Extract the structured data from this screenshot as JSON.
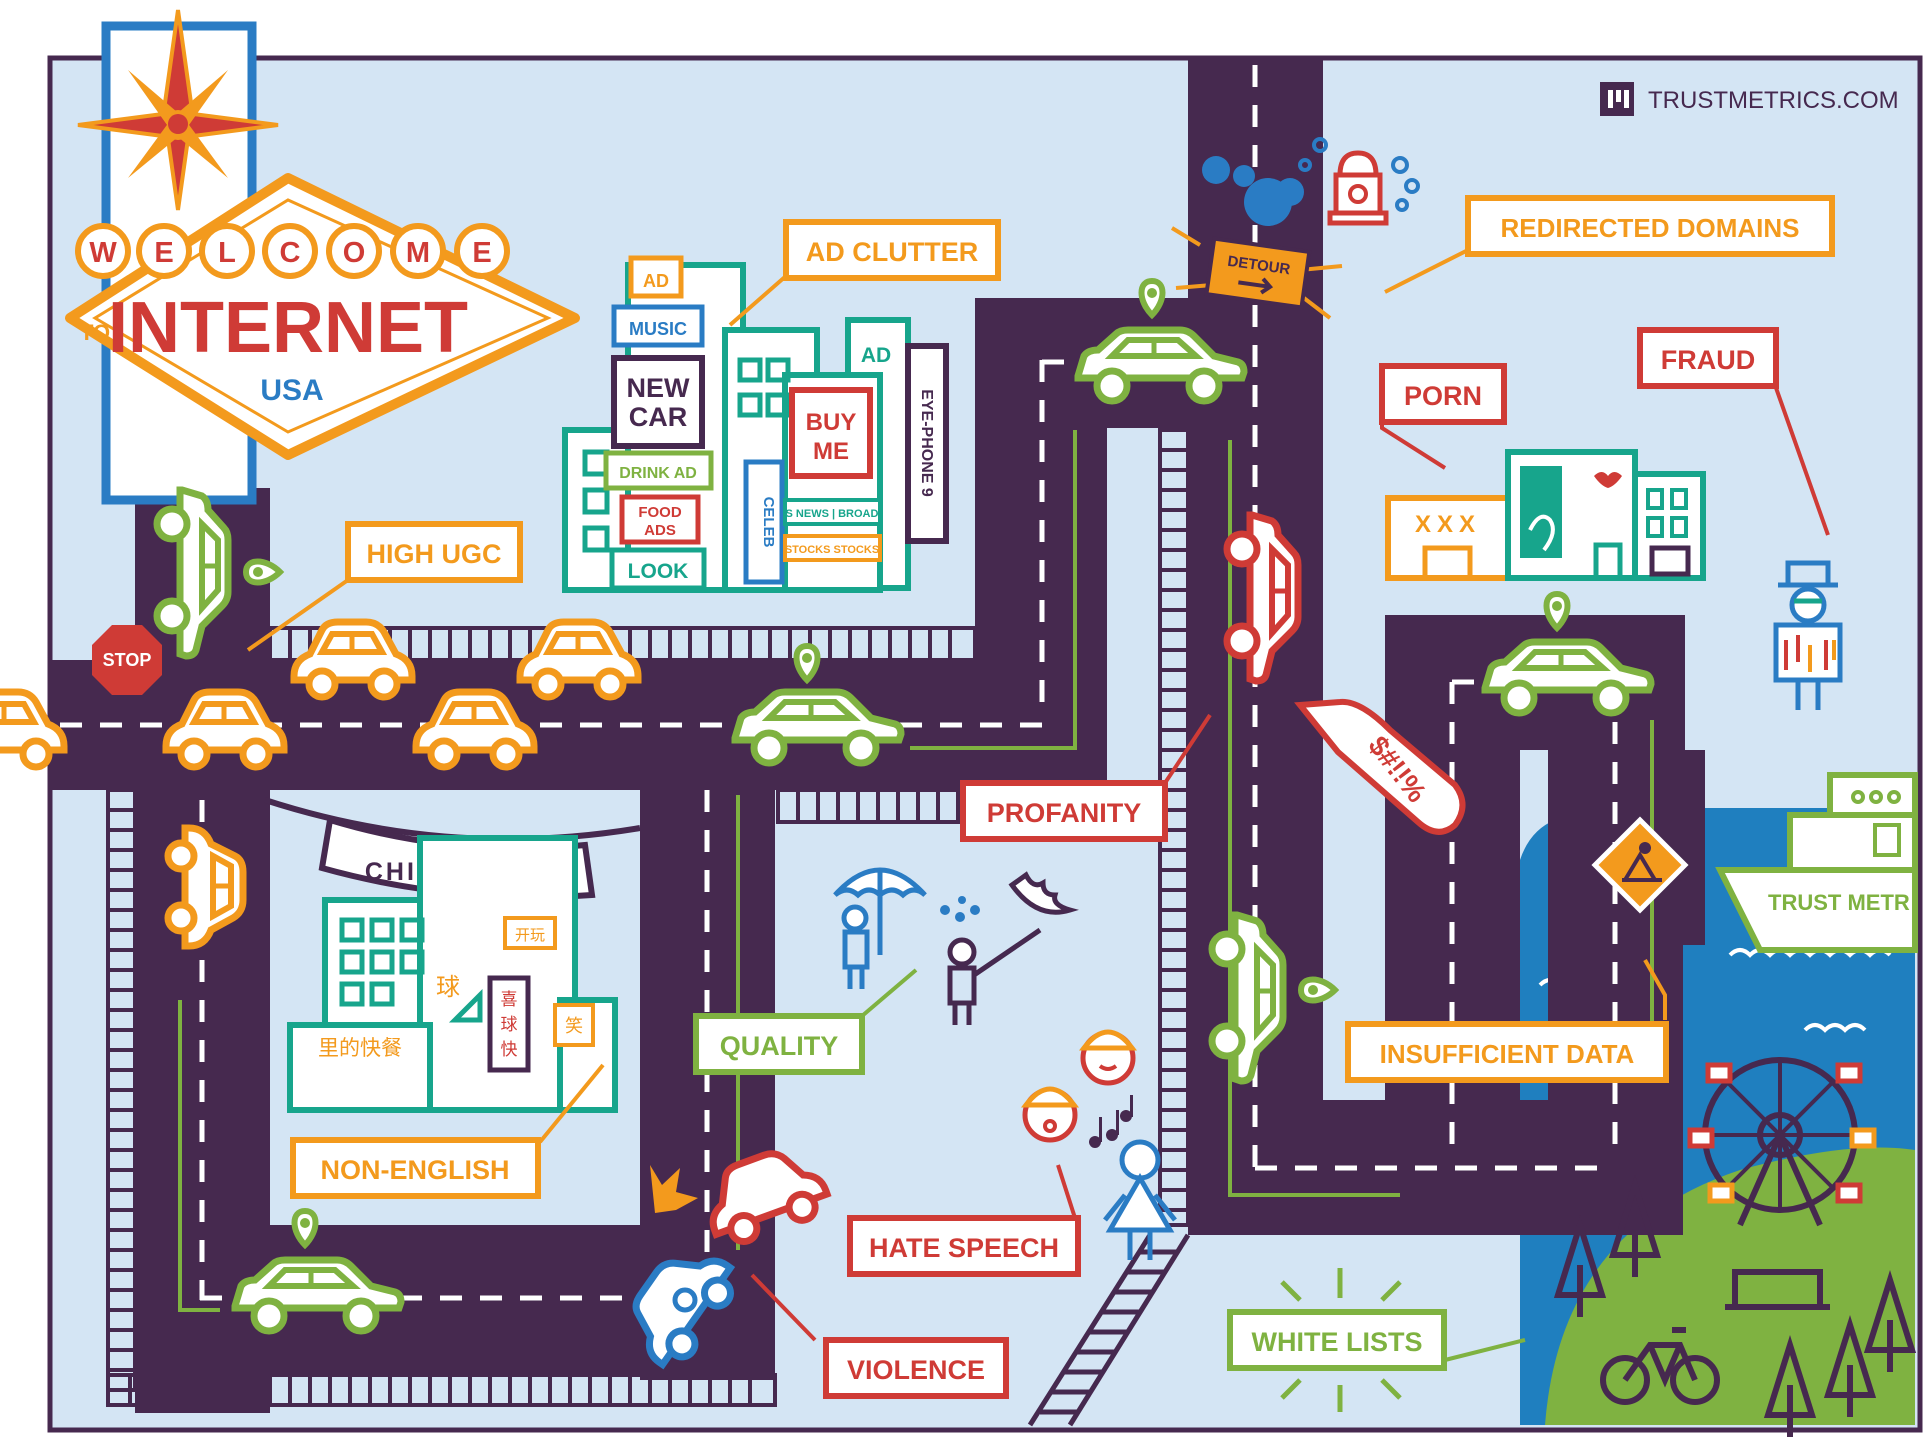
{
  "brand": {
    "name": "TRUSTMETRICS.COM"
  },
  "sign": {
    "letters": [
      "W",
      "E",
      "L",
      "C",
      "O",
      "M",
      "E"
    ],
    "to": "TO",
    "main": "INTERNET",
    "sub": "USA"
  },
  "labels": {
    "ad_clutter": "AD CLUTTER",
    "redirected_domains": "REDIRECTED DOMAINS",
    "porn": "PORN",
    "fraud": "FRAUD",
    "high_ugc": "HIGH UGC",
    "profanity": "PROFANITY",
    "quality": "QUALITY",
    "insufficient_data": "INSUFFICIENT DATA",
    "non_english": "NON-ENGLISH",
    "hate_speech": "HATE SPEECH",
    "violence": "VIOLENCE",
    "white_lists": "WHITE LISTS"
  },
  "signs": {
    "stop": "STOP",
    "detour": "DETOUR",
    "chinatown": "CHINATOWN",
    "xxx": "XXX",
    "swear": "$#!!%",
    "boat": "TRUST METR"
  },
  "ads": {
    "ad1": "AD",
    "music": "MUSIC",
    "new": "NEW",
    "car": "CAR",
    "drink": "DRINK AD",
    "food1": "FOOD",
    "food2": "ADS",
    "look": "LOOK",
    "celeb": "CELEB",
    "buy": "BUY",
    "me": "ME",
    "news": "S NEWS | BROAD",
    "stocks": "STOCKS STOCKS",
    "ad2": "AD",
    "eye": "EYE-PHONE 9"
  },
  "chinese": {
    "c1": "开玩",
    "c2": "球",
    "c3a": "喜",
    "c3b": "球",
    "c3c": "快",
    "c4": "笑",
    "c5": "里的快餐"
  },
  "colors": {
    "road": "#46294f",
    "water": "#1f7fbf",
    "grass": "#7fb241",
    "orange": "#f39a1d",
    "red": "#cf3b36",
    "teal": "#17a58c",
    "blue": "#2a7cc4",
    "sky": "#d4e5f4"
  }
}
